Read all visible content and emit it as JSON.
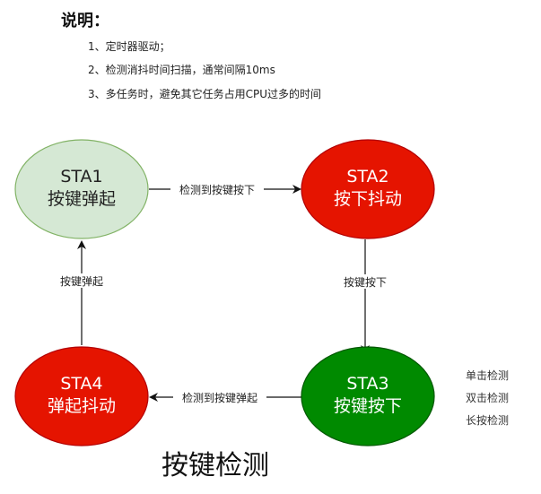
{
  "notes": {
    "title": "说明：",
    "items": [
      "1、定时器驱动；",
      "2、检测消抖时间扫描，通常间隔10ms",
      "3、多任务时，避免其它任务占用CPU过多的时间"
    ]
  },
  "states": [
    {
      "id": "STA1",
      "name": "按键弹起",
      "fill": "#d5e8d4",
      "stroke": "#82b366",
      "text_color": "#222222"
    },
    {
      "id": "STA2",
      "name": "按下抖动",
      "fill": "#e51400",
      "stroke": "#b20000",
      "text_color": "#ffffff"
    },
    {
      "id": "STA3",
      "name": "按键按下",
      "fill": "#008a00",
      "stroke": "#005700",
      "text_color": "#ffffff"
    },
    {
      "id": "STA4",
      "name": "弹起抖动",
      "fill": "#e51400",
      "stroke": "#b20000",
      "text_color": "#ffffff"
    }
  ],
  "transitions": [
    {
      "from": "STA1",
      "to": "STA2",
      "label": "检测到按键按下"
    },
    {
      "from": "STA2",
      "to": "STA3",
      "label": "按键按下"
    },
    {
      "from": "STA3",
      "to": "STA4",
      "label": "检测到按键弹起"
    },
    {
      "from": "STA4",
      "to": "STA1",
      "label": "按键弹起"
    }
  ],
  "sta3_functions": [
    "单击检测",
    "双击检测",
    "长按检测"
  ],
  "caption": "按键检测"
}
